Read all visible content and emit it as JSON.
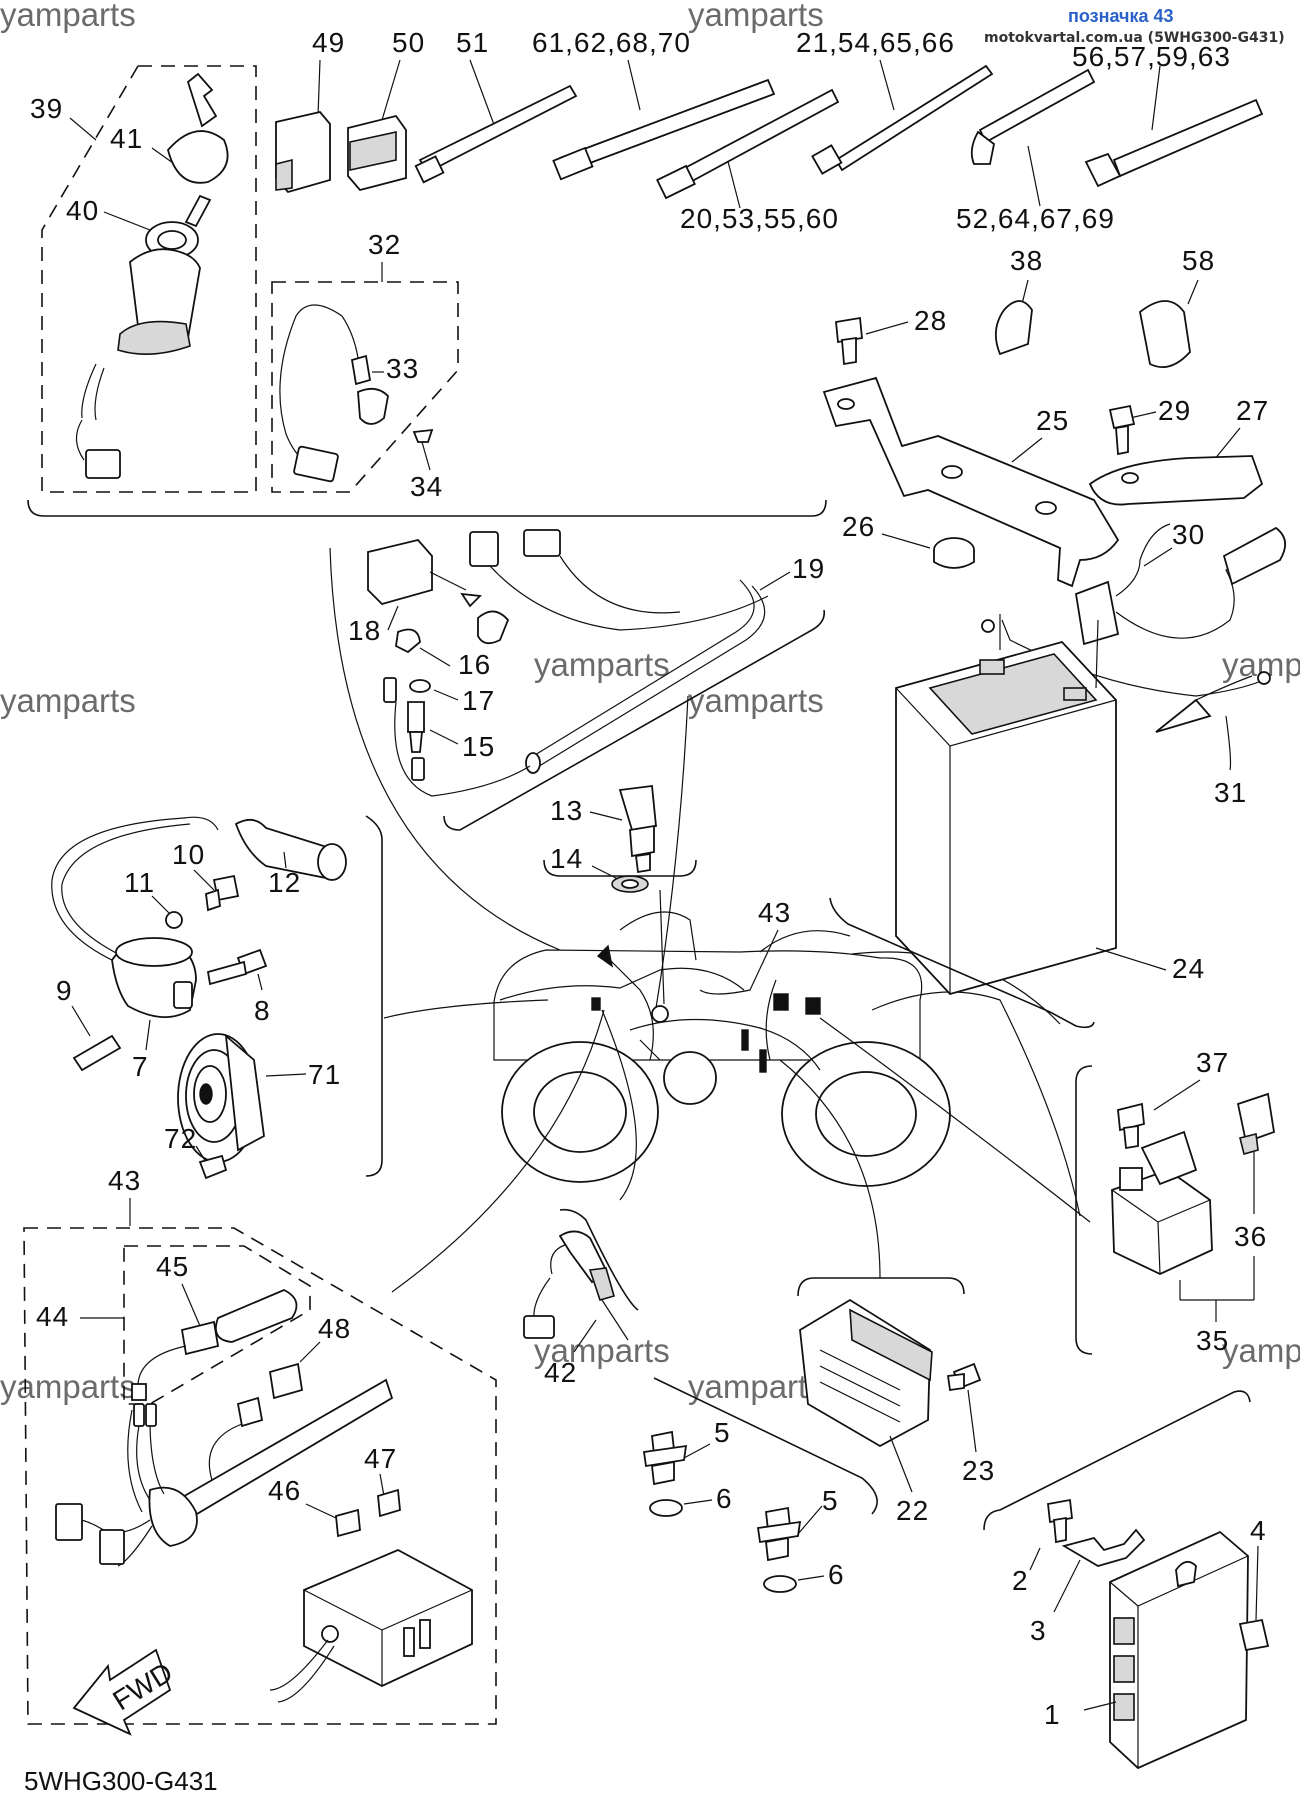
{
  "watermark": "yamparts",
  "header": {
    "label": "позначка 43",
    "source": "motokvartal.com.ua (5WHG300-G431)"
  },
  "diagram_code": "5WHG300-G431",
  "fwd_arrow": "FWD",
  "part_numbers": {
    "p1": "1",
    "p2": "2",
    "p3": "3",
    "p4": "4",
    "p5a": "5",
    "p5b": "5",
    "p6a": "6",
    "p6b": "6",
    "p7": "7",
    "p8": "8",
    "p9": "9",
    "p10": "10",
    "p11": "11",
    "p12": "12",
    "p13": "13",
    "p14": "14",
    "p15": "15",
    "p16": "16",
    "p17": "17",
    "p18": "18",
    "p19": "19",
    "p22": "22",
    "p23": "23",
    "p24": "24",
    "p25": "25",
    "p26": "26",
    "p27": "27",
    "p28": "28",
    "p29": "29",
    "p30": "30",
    "p31": "31",
    "p32": "32",
    "p33": "33",
    "p34": "34",
    "p35": "35",
    "p36": "36",
    "p37": "37",
    "p38": "38",
    "p39": "39",
    "p40": "40",
    "p41": "41",
    "p42": "42",
    "p43a": "43",
    "p43b": "43",
    "p44": "44",
    "p45": "45",
    "p46": "46",
    "p47": "47",
    "p48": "48",
    "p49": "49",
    "p50": "50",
    "p51": "51",
    "p58": "58",
    "p71": "71",
    "p72": "72"
  },
  "group_labels": {
    "g1": "61,62,68,70",
    "g2": "21,54,65,66",
    "g3": "56,57,59,63",
    "g4": "20,53,55,60",
    "g5": "52,64,67,69"
  }
}
